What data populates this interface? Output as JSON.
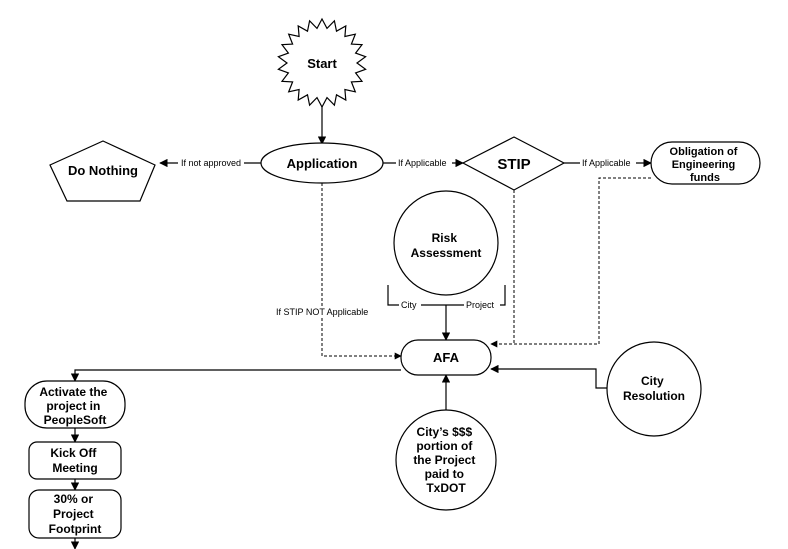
{
  "nodes": {
    "start": "Start",
    "application": "Application",
    "do_nothing": "Do Nothing",
    "stip": "STIP",
    "obligation": [
      "Obligation of",
      "Engineering",
      "funds"
    ],
    "risk": [
      "Risk",
      "Assessment"
    ],
    "afa": "AFA",
    "activate": [
      "Activate the",
      "project in",
      "PeopleSoft"
    ],
    "kickoff": [
      "Kick Off",
      "Meeting"
    ],
    "footprint": [
      "30% or",
      "Project",
      "Footprint"
    ],
    "city_resolution": [
      "City",
      "Resolution"
    ],
    "city_funds": [
      "City’s $$$",
      "portion of",
      "the Project",
      "paid to",
      "TxDOT"
    ]
  },
  "edges": {
    "if_not_approved": "If not approved",
    "if_applicable_1": "If Applicable",
    "if_applicable_2": "If Applicable",
    "if_stip_not_applicable": "If STIP NOT Applicable",
    "city": "City",
    "project": "Project"
  }
}
